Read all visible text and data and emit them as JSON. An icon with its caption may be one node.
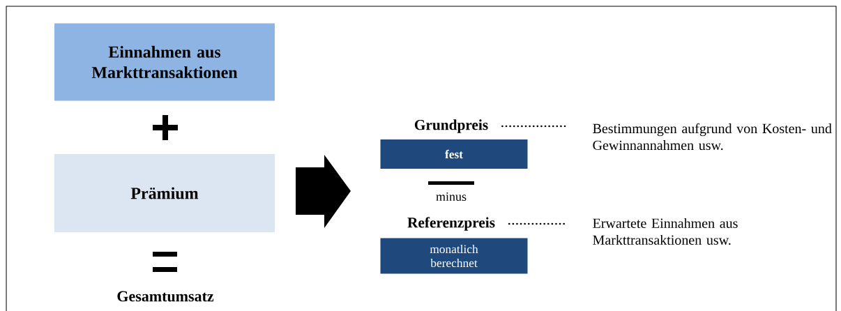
{
  "diagram": {
    "nodes": [
      {
        "text": [
          "Einnahmen aus Markttransaktionen"
        ]
      },
      {
        "text": [
          "Prämium"
        ]
      },
      {
        "text": [
          "Grundpreis",
          "fest"
        ]
      },
      {
        "text": [
          "Bestimmungen aufgrund von Kosten- und Gewinnannahmen usw."
        ]
      },
      {
        "text": [
          "Referenzpreis",
          "monatlich berechnet"
        ]
      },
      {
        "text": [
          "Erwartete Einnahmen aus Markttransaktionen usw."
        ]
      }
    ],
    "edges": [
      {
        "from": 2,
        "to": 3,
        "arrow": "none"
      },
      {
        "from": 4,
        "to": 5,
        "arrow": "none"
      }
    ],
    "labels": [
      "Gesamtumsatz",
      "minus"
    ]
  }
}
